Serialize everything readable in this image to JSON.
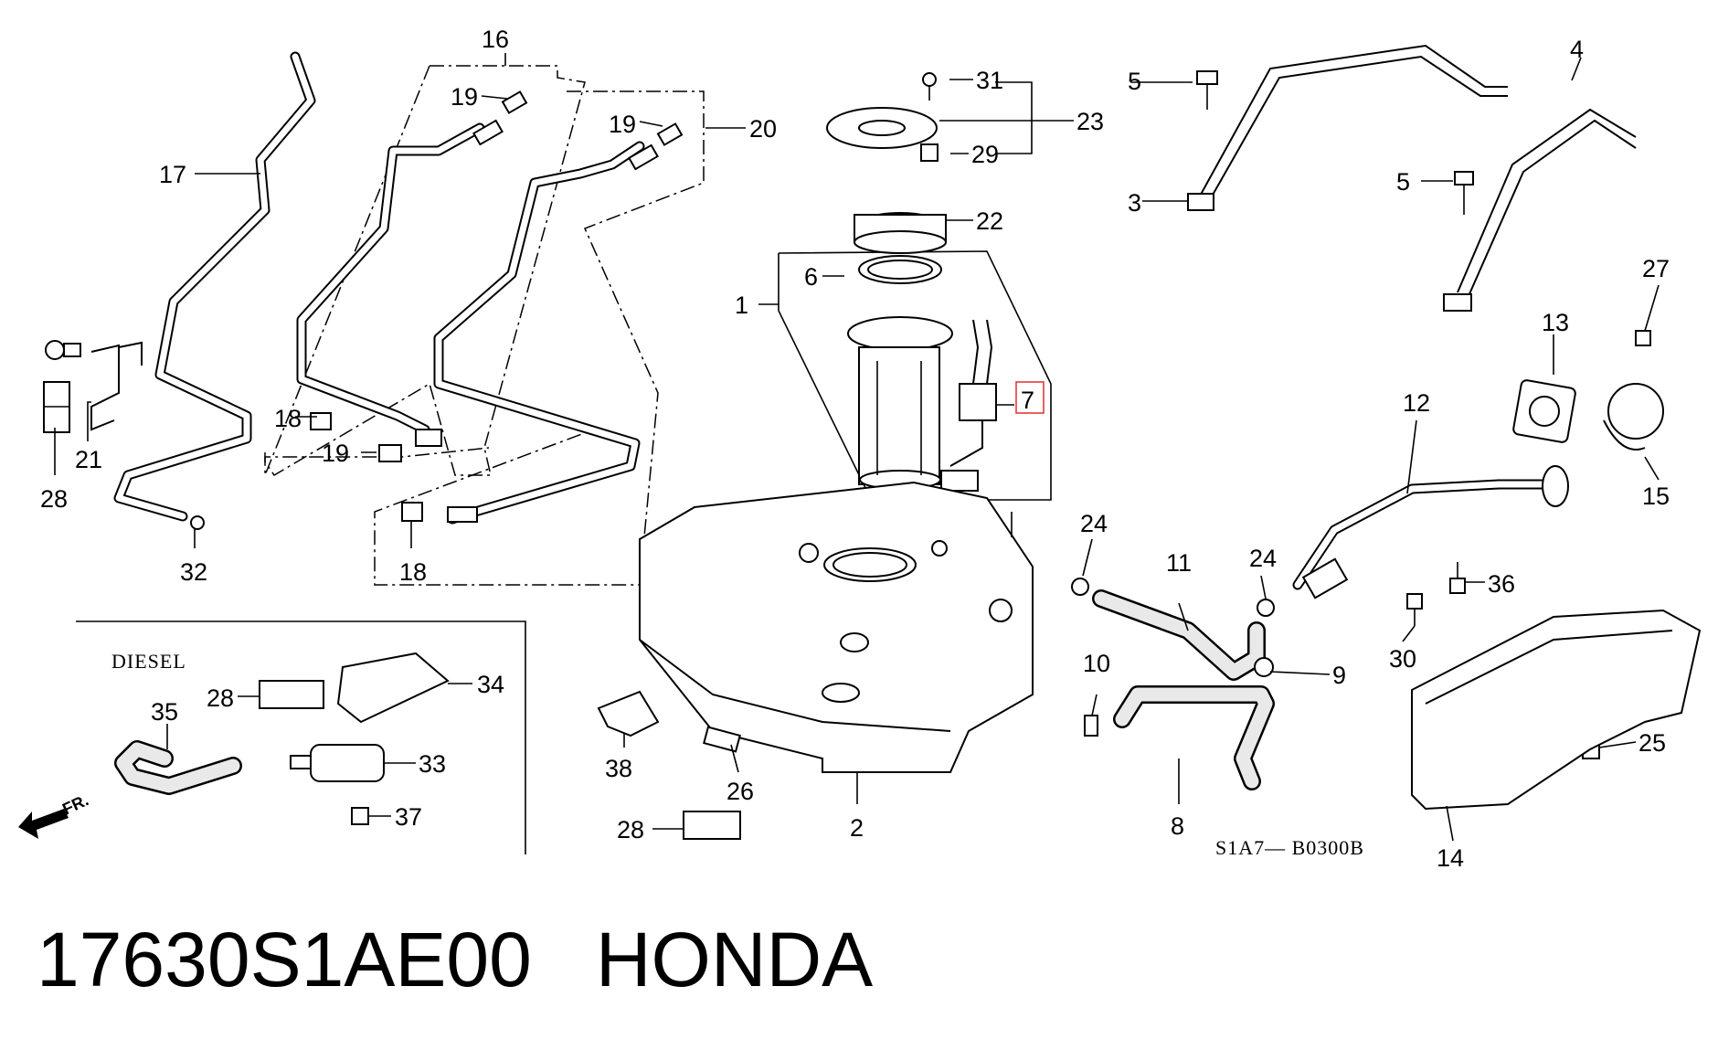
{
  "diagram": {
    "section_label": "DIESEL",
    "front_marker": "FR.",
    "diagram_code": "S1A7— B0300B",
    "highlighted_callout": "7",
    "callouts": {
      "c1": "1",
      "c2": "2",
      "c3": "3",
      "c4": "4",
      "c5a": "5",
      "c5b": "5",
      "c6": "6",
      "c7": "7",
      "c8": "8",
      "c9": "9",
      "c10": "10",
      "c11": "11",
      "c12": "12",
      "c13": "13",
      "c14": "14",
      "c15": "15",
      "c16": "16",
      "c17": "17",
      "c18a": "18",
      "c18b": "18",
      "c19a": "19",
      "c19b": "19",
      "c19c": "19",
      "c20": "20",
      "c21": "21",
      "c22": "22",
      "c23": "23",
      "c24a": "24",
      "c24b": "24",
      "c25": "25",
      "c26": "26",
      "c27": "27",
      "c28a": "28",
      "c28b": "28",
      "c28c": "28",
      "c29": "29",
      "c30": "30",
      "c31": "31",
      "c32": "32",
      "c33": "33",
      "c34": "34",
      "c35": "35",
      "c36": "36",
      "c37": "37",
      "c38": "38"
    }
  },
  "caption": {
    "part_number": "17630S1AE00",
    "brand": "HONDA"
  },
  "colors": {
    "highlight": "#e53a3a",
    "hose_fill": "#e9e9e9",
    "ink": "#000000"
  }
}
